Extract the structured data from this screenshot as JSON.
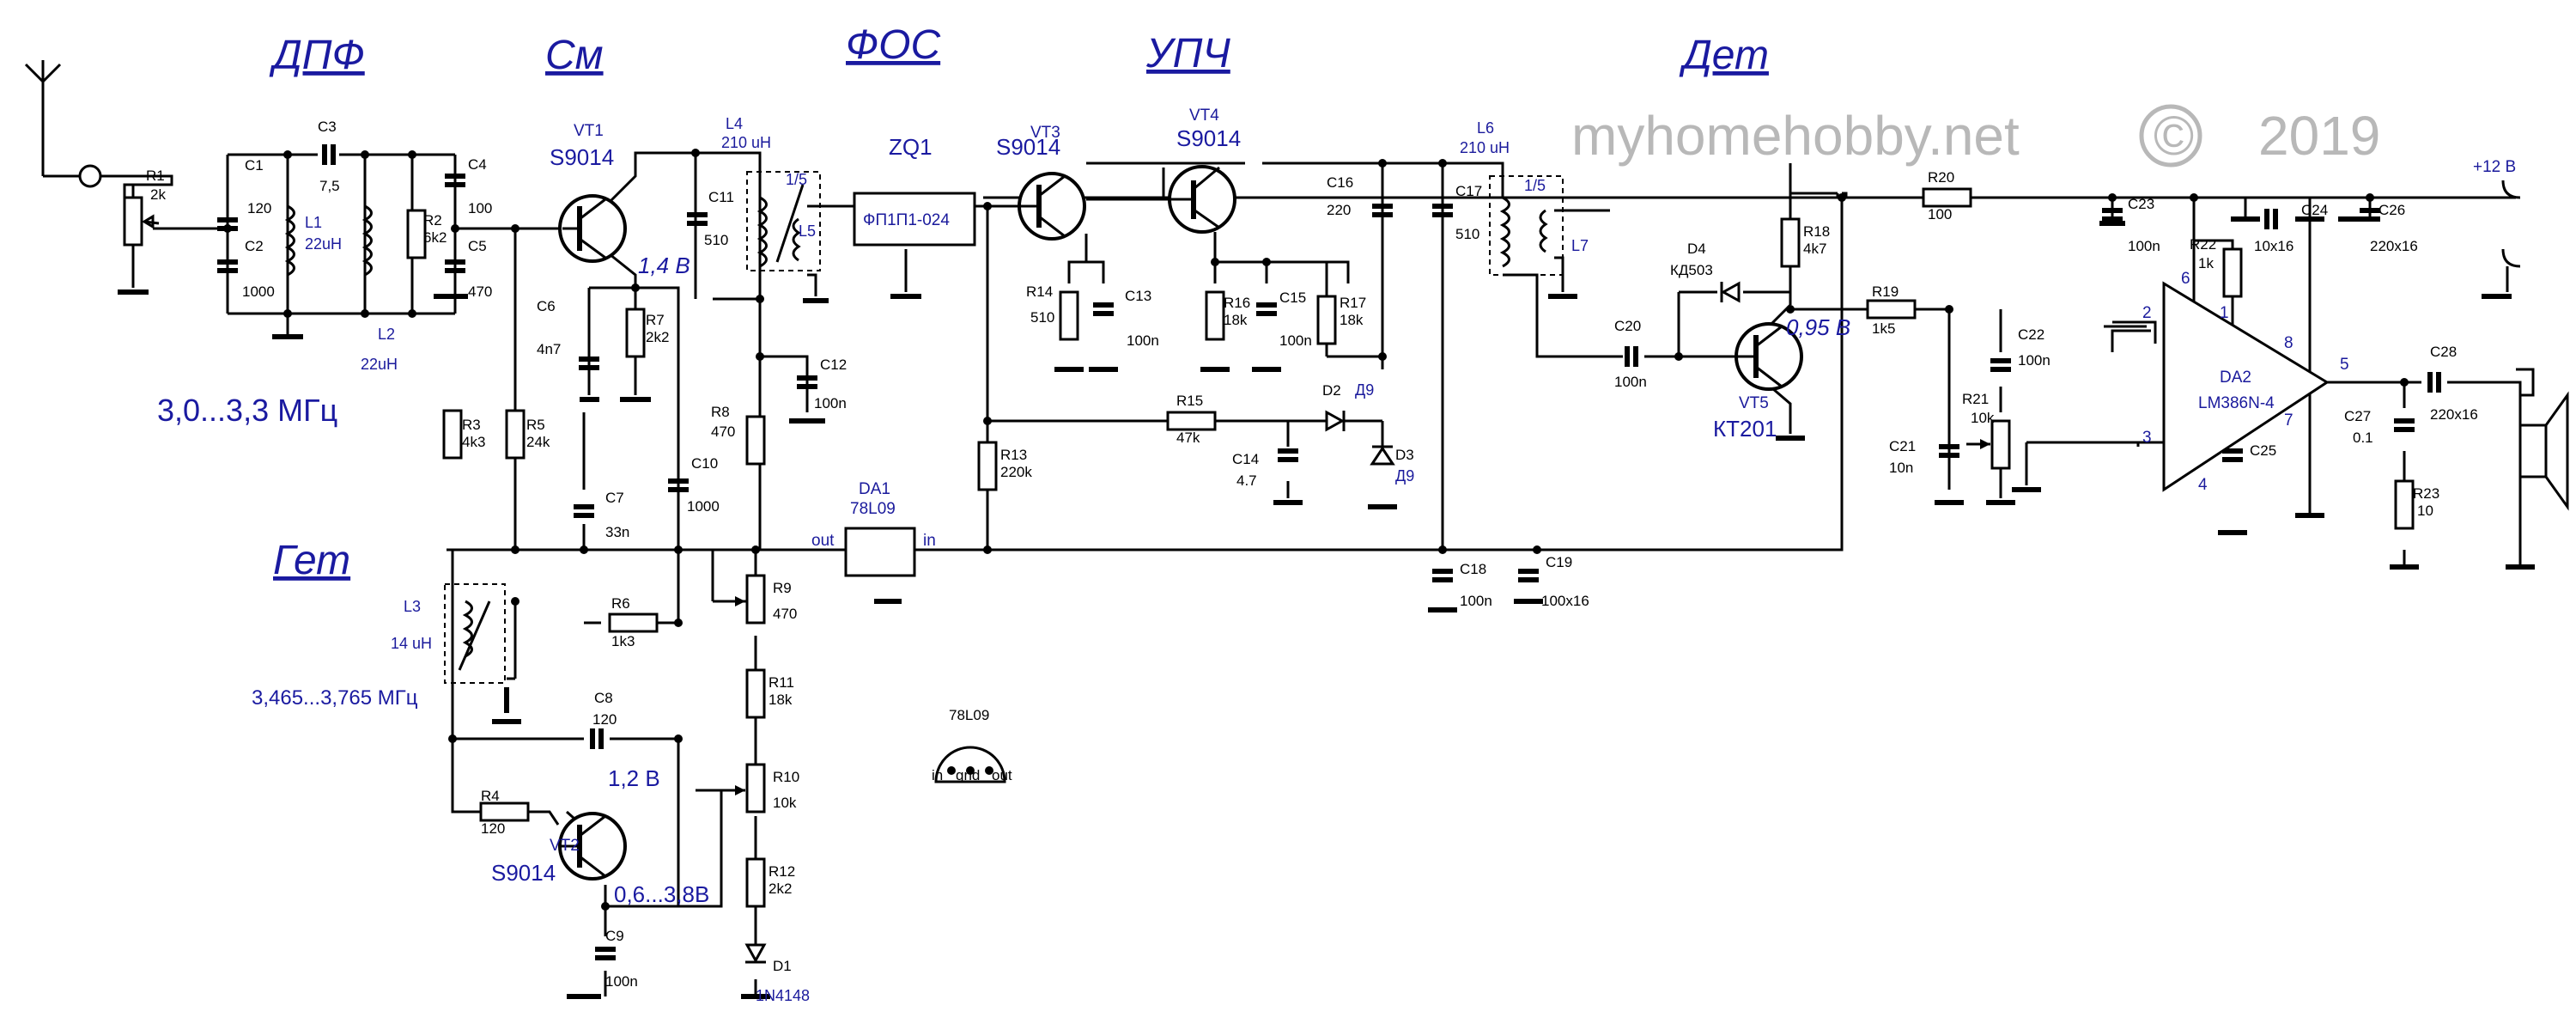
{
  "watermark": {
    "site": "myhomehobby.net",
    "copyright": "©",
    "year": "2019"
  },
  "stages": {
    "dpf": "ДПФ",
    "mixer": "См",
    "fos": "ФОС",
    "ifa": "УПЧ",
    "det": "Дет",
    "lo": "Гет"
  },
  "freq": {
    "input_band": "3,0...3,3 МГц",
    "lo_band": "3,465...3,765 МГц"
  },
  "supply": "+12 В",
  "transistors": {
    "vt1": {
      "ref": "VT1",
      "type": "S9014",
      "voltage": "1,4 В"
    },
    "vt2": {
      "ref": "VT2",
      "type": "S9014",
      "voltage": "1,2  В",
      "range": "0,6...3,8В"
    },
    "vt3": {
      "ref": "VT3",
      "type": "S9014"
    },
    "vt4": {
      "ref": "VT4",
      "type": "S9014"
    },
    "vt5": {
      "ref": "VT5",
      "type": "КТ201",
      "voltage": "0,95 В"
    }
  },
  "ics": {
    "zq1": {
      "ref": "ZQ1",
      "type": "ФП1П1-024"
    },
    "da1": {
      "ref": "DA1",
      "type": "78L09",
      "pin_out": "out",
      "pin_in": "in"
    },
    "da2": {
      "ref": "DA2",
      "type": "LM386N-4",
      "pins": [
        "2",
        "3",
        "4",
        "5",
        "6",
        "7",
        "8",
        "1"
      ]
    }
  },
  "pinout": {
    "title": "78L09",
    "pins": [
      "in",
      "gnd",
      "out"
    ]
  },
  "resistors": {
    "r1": [
      "R1",
      "2k"
    ],
    "r2": [
      "R2",
      "6k2"
    ],
    "r3": [
      "R3",
      "4k3"
    ],
    "r4": [
      "R4",
      "120"
    ],
    "r5": [
      "R5",
      "24k"
    ],
    "r6": [
      "R6",
      "1k3"
    ],
    "r7": [
      "R7",
      "2k2"
    ],
    "r8": [
      "R8",
      "470"
    ],
    "r9": [
      "R9",
      "470"
    ],
    "r10": [
      "R10",
      "10k"
    ],
    "r11": [
      "R11",
      "18k"
    ],
    "r12": [
      "R12",
      "2k2"
    ],
    "r13": [
      "R13",
      "220k"
    ],
    "r14": [
      "R14",
      "510"
    ],
    "r15": [
      "R15",
      "47k"
    ],
    "r16": [
      "R16",
      "18k"
    ],
    "r17": [
      "R17",
      "18k"
    ],
    "r18": [
      "R18",
      "4k7"
    ],
    "r19": [
      "R19",
      "1k5"
    ],
    "r20": [
      "R20",
      "100"
    ],
    "r21": [
      "R21",
      "10k"
    ],
    "r22": [
      "R22",
      "1k"
    ],
    "r23": [
      "R23",
      "10"
    ]
  },
  "capacitors": {
    "c1": [
      "C1",
      "120"
    ],
    "c2": [
      "C2",
      "1000"
    ],
    "c3": [
      "C3",
      "7,5"
    ],
    "c4": [
      "C4",
      "100"
    ],
    "c5": [
      "C5",
      "470"
    ],
    "c6": [
      "C6",
      "4n7"
    ],
    "c7": [
      "C7",
      "33n"
    ],
    "c8": [
      "C8",
      "120"
    ],
    "c9": [
      "C9",
      "100n"
    ],
    "c10": [
      "C10",
      "1000"
    ],
    "c11": [
      "C11",
      "510"
    ],
    "c12": [
      "C12",
      "100n"
    ],
    "c13": [
      "C13",
      "100n"
    ],
    "c14": [
      "C14",
      "4.7"
    ],
    "c15": [
      "C15",
      "100n"
    ],
    "c16": [
      "C16",
      "220"
    ],
    "c17": [
      "C17",
      "510"
    ],
    "c18": [
      "C18",
      "100n"
    ],
    "c19": [
      "C19",
      "100x16"
    ],
    "c20": [
      "C20",
      "100n"
    ],
    "c21": [
      "C21",
      "10n"
    ],
    "c22": [
      "C22",
      "100n"
    ],
    "c23": [
      "C23",
      "100n"
    ],
    "c24": [
      "C24",
      "10x16"
    ],
    "c25": [
      "C25",
      ""
    ],
    "c26": [
      "C26",
      "220x16"
    ],
    "c27": [
      "C27",
      "0.1"
    ],
    "c28": [
      "C28",
      "220x16"
    ]
  },
  "inductors": {
    "l1": [
      "L1",
      "22uH"
    ],
    "l2": [
      "L2",
      "22uH"
    ],
    "l3": [
      "L3",
      "14 uH"
    ],
    "l4": [
      "L4",
      "210 uH"
    ],
    "l5": [
      "L5",
      "1/5"
    ],
    "l6": [
      "L6",
      "210 uH"
    ],
    "l7": [
      "L7",
      "1/5"
    ]
  },
  "diodes": {
    "d1": [
      "D1",
      "1N4148"
    ],
    "d2": [
      "D2",
      "Д9"
    ],
    "d3": [
      "D3",
      "Д9"
    ],
    "d4": [
      "D4",
      "КД503"
    ]
  }
}
